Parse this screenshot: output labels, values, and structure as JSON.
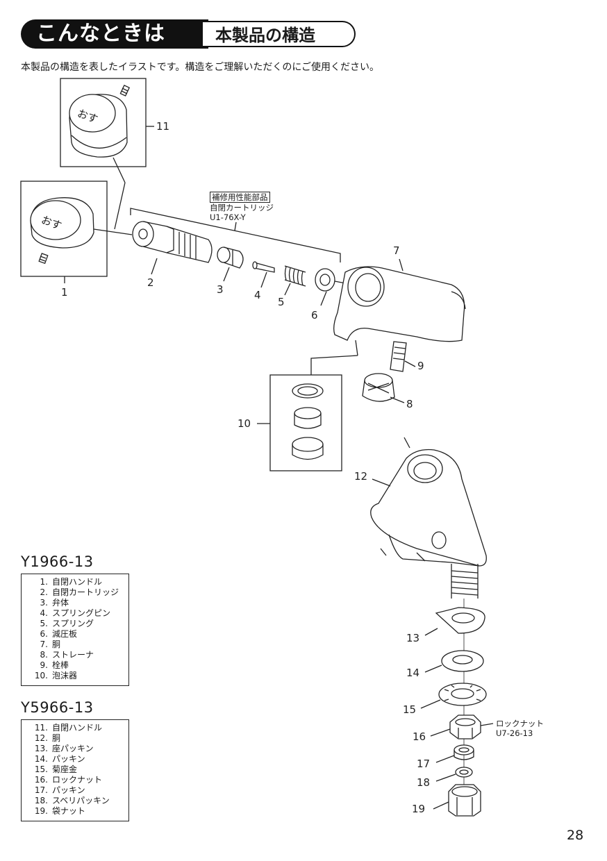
{
  "header": {
    "title": "こんなときは",
    "subtitle": "本製品の構造"
  },
  "intro": "本製品の構造を表したイラストです。構造をご理解いただくのにご使用ください。",
  "handle_text": "おす",
  "repair_part": {
    "tag": "補修用性能部品",
    "name": "自閉カートリッジ",
    "code": "U1-76X-Y"
  },
  "locknut_note": {
    "name": "ロックナット",
    "code": "U7-26-13"
  },
  "callouts": [
    "1",
    "2",
    "3",
    "4",
    "5",
    "6",
    "7",
    "8",
    "9",
    "10",
    "11",
    "12",
    "13",
    "14",
    "15",
    "16",
    "17",
    "18",
    "19"
  ],
  "models": [
    {
      "name": "Y1966-13",
      "parts": [
        {
          "num": "1.",
          "label": "自閉ハンドル"
        },
        {
          "num": "2.",
          "label": "自閉カートリッジ"
        },
        {
          "num": "3.",
          "label": "弁体"
        },
        {
          "num": "4.",
          "label": "スプリングピン"
        },
        {
          "num": "5.",
          "label": "スプリング"
        },
        {
          "num": "6.",
          "label": "減圧板"
        },
        {
          "num": "7.",
          "label": "胴"
        },
        {
          "num": "8.",
          "label": "ストレーナ"
        },
        {
          "num": "9.",
          "label": "栓棒"
        },
        {
          "num": "10.",
          "label": "泡沫器"
        }
      ]
    },
    {
      "name": "Y5966-13",
      "parts": [
        {
          "num": "11.",
          "label": "自閉ハンドル"
        },
        {
          "num": "12.",
          "label": "胴"
        },
        {
          "num": "13.",
          "label": "座パッキン"
        },
        {
          "num": "14.",
          "label": "パッキン"
        },
        {
          "num": "15.",
          "label": "菊座金"
        },
        {
          "num": "16.",
          "label": "ロックナット"
        },
        {
          "num": "17.",
          "label": "パッキン"
        },
        {
          "num": "18.",
          "label": "スベリパッキン"
        },
        {
          "num": "19.",
          "label": "袋ナット"
        }
      ]
    }
  ],
  "page_number": "28"
}
